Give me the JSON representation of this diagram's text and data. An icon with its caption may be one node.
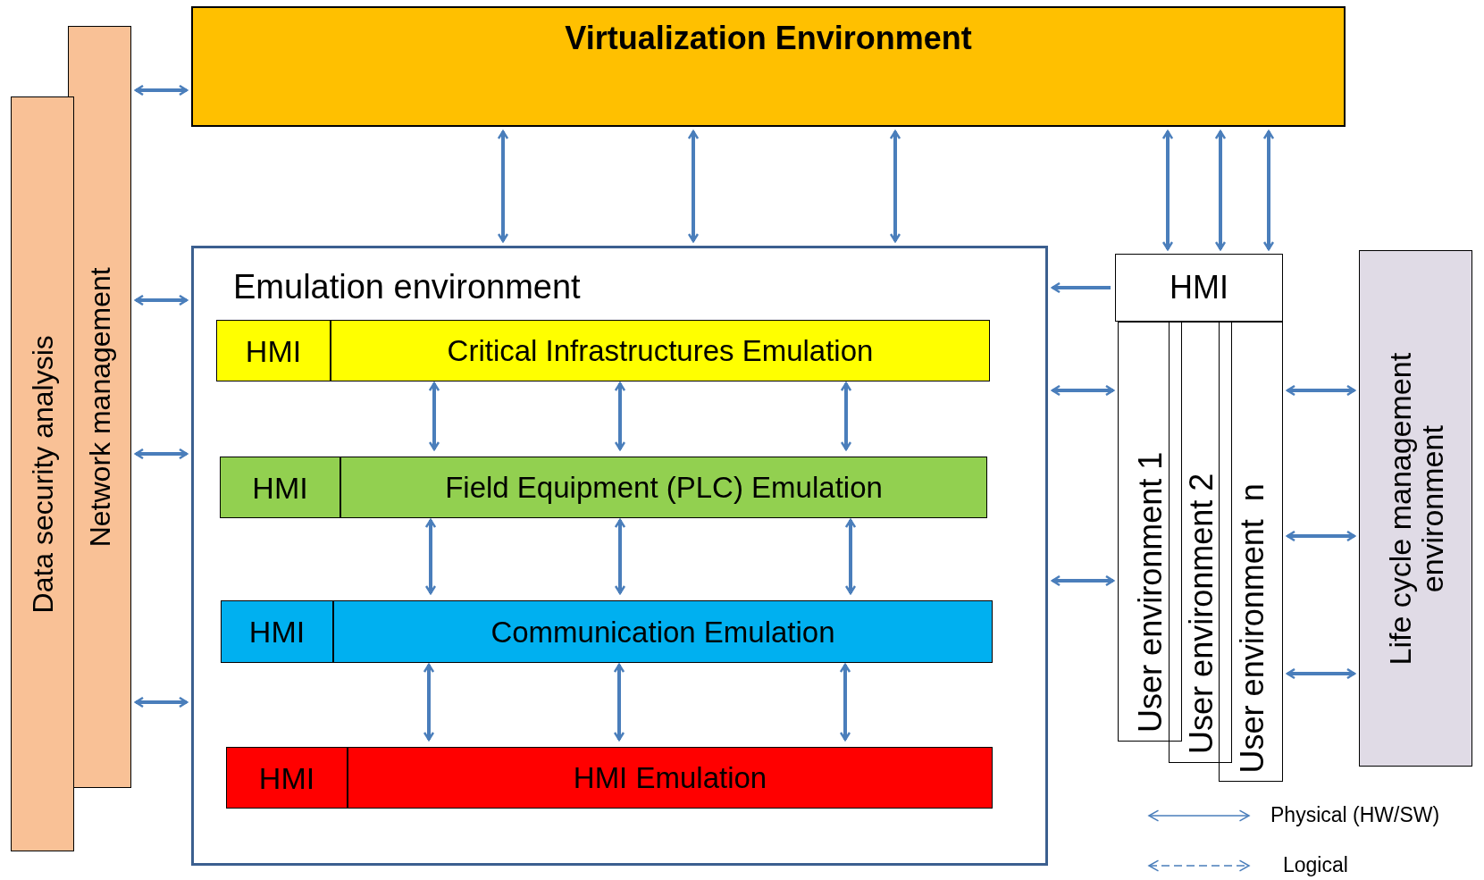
{
  "diagram": {
    "nodes": [
      {
        "text": [
          "Virtualization Environment"
        ]
      },
      {
        "text": [
          "Network management"
        ]
      },
      {
        "text": [
          "Data security analysis"
        ]
      },
      {
        "text": [
          "Emulation environment"
        ]
      },
      {
        "text": [
          "HMI"
        ],
        "in": 3
      },
      {
        "text": [
          "Critical Infrastructures Emulation"
        ],
        "in": 3
      },
      {
        "text": [
          "HMI"
        ],
        "in": 3
      },
      {
        "text": [
          "Field Equipment (PLC) Emulation"
        ],
        "in": 3
      },
      {
        "text": [
          "HMI"
        ],
        "in": 3
      },
      {
        "text": [
          "Communication Emulation"
        ],
        "in": 3
      },
      {
        "text": [
          "HMI"
        ],
        "in": 3
      },
      {
        "text": [
          "HMI Emulation"
        ],
        "in": 3
      },
      {
        "text": [
          "HMI"
        ]
      },
      {
        "text": [
          "User environment 1"
        ]
      },
      {
        "text": [
          "User environment 2"
        ]
      },
      {
        "text": [
          "User environment  n"
        ]
      },
      {
        "text": [
          "Life cycle management environment"
        ]
      }
    ],
    "edges": [
      {
        "from": 1,
        "to": 0,
        "arrow": "both"
      },
      {
        "from": 1,
        "to": 3,
        "arrow": "both"
      },
      {
        "from": 1,
        "to": 3,
        "arrow": "both"
      },
      {
        "from": 1,
        "to": 3,
        "arrow": "both"
      },
      {
        "from": 0,
        "to": 3,
        "arrow": "both"
      },
      {
        "from": 0,
        "to": 3,
        "arrow": "both"
      },
      {
        "from": 0,
        "to": 3,
        "arrow": "both"
      },
      {
        "from": 0,
        "to": 12,
        "arrow": "both"
      },
      {
        "from": 0,
        "to": 12,
        "arrow": "both"
      },
      {
        "from": 0,
        "to": 12,
        "arrow": "both"
      },
      {
        "from": 12,
        "to": 3,
        "arrow": "to"
      },
      {
        "from": 3,
        "to": 13,
        "arrow": "both"
      },
      {
        "from": 3,
        "to": 13,
        "arrow": "both"
      },
      {
        "from": 15,
        "to": 16,
        "arrow": "both"
      },
      {
        "from": 15,
        "to": 16,
        "arrow": "both"
      },
      {
        "from": 15,
        "to": 16,
        "arrow": "both"
      },
      {
        "from": 5,
        "to": 7,
        "arrow": "both"
      },
      {
        "from": 5,
        "to": 7,
        "arrow": "both"
      },
      {
        "from": 5,
        "to": 7,
        "arrow": "both"
      },
      {
        "from": 7,
        "to": 9,
        "arrow": "both"
      },
      {
        "from": 7,
        "to": 9,
        "arrow": "both"
      },
      {
        "from": 7,
        "to": 9,
        "arrow": "both"
      },
      {
        "from": 9,
        "to": 11,
        "arrow": "both"
      },
      {
        "from": 9,
        "to": 11,
        "arrow": "both"
      },
      {
        "from": 9,
        "to": 11,
        "arrow": "both"
      }
    ],
    "legend": [
      {
        "text": "Physical (HW/SW)"
      },
      {
        "text": "Logical"
      }
    ]
  }
}
